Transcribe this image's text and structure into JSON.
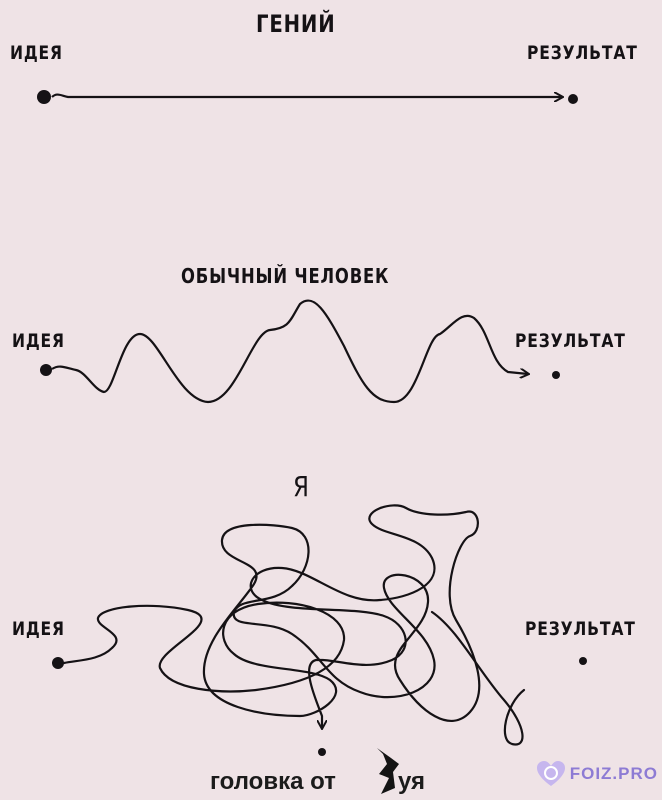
{
  "rows": {
    "genius": {
      "title": "ГЕНИЙ",
      "start_label": "ИДЕЯ",
      "end_label": "РЕЗУЛЬТАТ"
    },
    "ordinary": {
      "title": "ОБЫЧНЫЙ ЧЕЛОВЕК",
      "start_label": "ИДЕЯ",
      "end_label": "РЕЗУЛЬТАТ"
    },
    "me": {
      "title": "Я",
      "start_label": "ИДЕЯ",
      "end_label": "РЕЗУЛЬТАТ"
    }
  },
  "caption": "головка от",
  "watermark": {
    "text": "FOIZ.PRO",
    "color": "#8d7bd4"
  },
  "colors": {
    "background": "#efe3e6",
    "ink": "#151215"
  }
}
